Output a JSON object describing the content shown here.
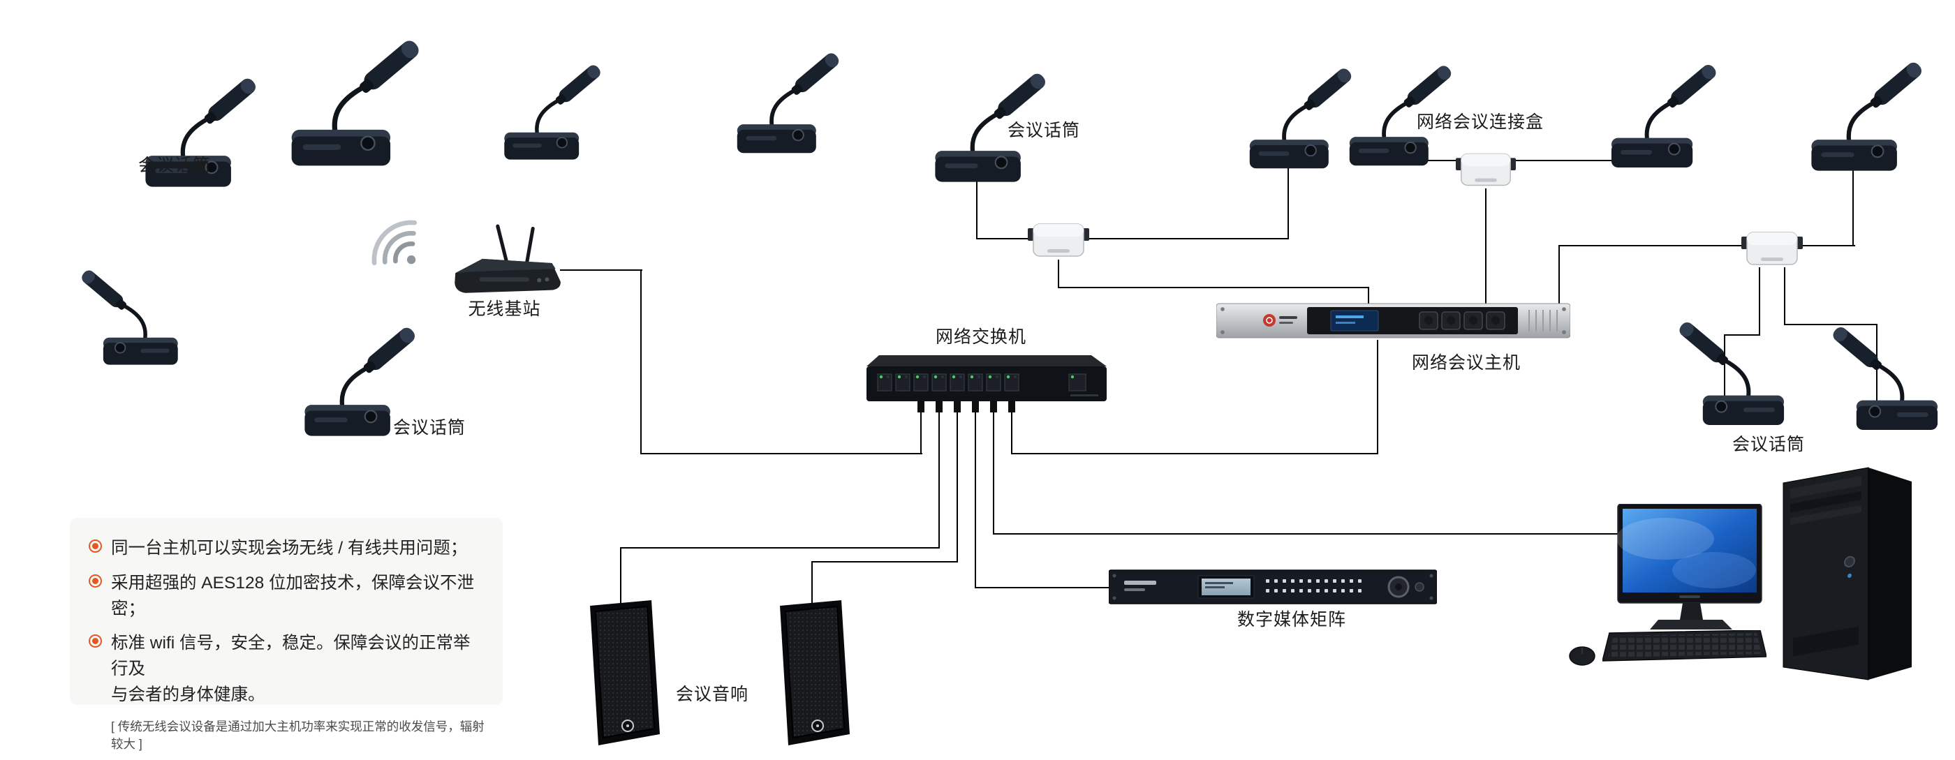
{
  "labels": {
    "mic": "会议话筒",
    "wireless_base_station": "无线基站",
    "network_switch": "网络交换机",
    "network_conference_host": "网络会议主机",
    "network_conference_connect_box": "网络会议连接盒",
    "digital_media_matrix": "数字媒体矩阵",
    "conference_speaker": "会议音响"
  },
  "notes": {
    "bullets": [
      "同一台主机可以实现会场无线 / 有线共用问题；",
      "采用超强的 AES128 位加密技术，保障会议不泄密；",
      "标准 wifi 信号，安全，稳定。保障会议的正常举行及\n与会者的身体健康。"
    ],
    "footnote": "[ 传统无线会议设备是通过加大主机功率来实现正常的收发信号，辐射较大 ]"
  },
  "colors": {
    "cable": "#000000",
    "bullet_accent": "#e25822",
    "notes_background": "#f7f7f5",
    "label_text": "#1c1c1c"
  }
}
